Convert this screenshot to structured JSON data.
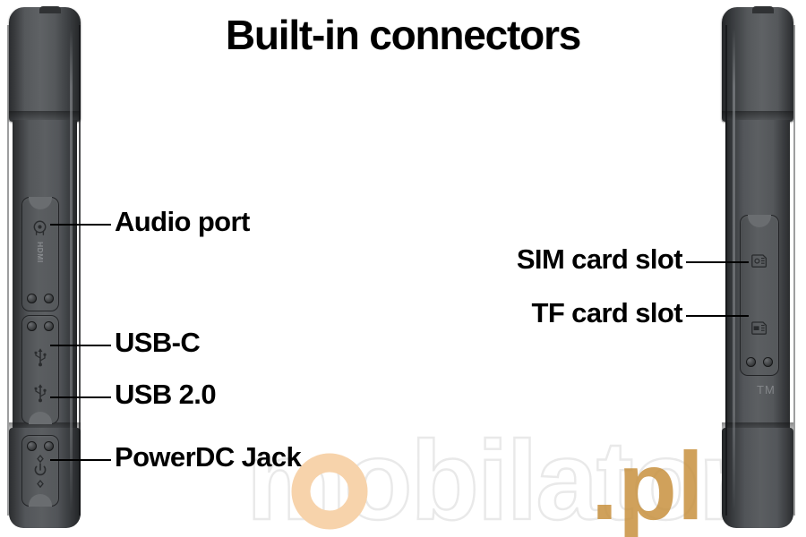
{
  "page": {
    "title": "Built-in connectors",
    "background_color": "#ffffff",
    "text_color": "#000000"
  },
  "watermark": {
    "text": "mobilator",
    "suffix": ".pl",
    "outline_color": "#e8e8e8",
    "accent_color": "#f5d0a9",
    "accent_dark": "#c8913f"
  },
  "devices": {
    "left": {
      "name": "tablet-left-side-view",
      "body_color": "#5c5f62",
      "edge_color": "#232527",
      "panels": [
        {
          "name": "port-panel-upper",
          "markings": [
            "HDMI"
          ],
          "ports": [
            "audio-jack",
            "hdmi"
          ]
        },
        {
          "name": "port-panel-middle",
          "ports": [
            "usb-c",
            "usb-2.0"
          ]
        },
        {
          "name": "port-panel-lower",
          "ports": [
            "power-dc-jack"
          ]
        }
      ]
    },
    "right": {
      "name": "tablet-right-side-view",
      "body_color": "#5c5f62",
      "edge_color": "#232527",
      "trademark": "TM",
      "panels": [
        {
          "name": "card-slot-panel",
          "ports": [
            "sim-card-slot",
            "tf-card-slot"
          ]
        }
      ]
    }
  },
  "callouts": {
    "left": [
      {
        "id": "audio-port",
        "label": "Audio port",
        "icon": "audio-jack-icon"
      },
      {
        "id": "usb-c",
        "label": "USB-C",
        "icon": "usb-icon"
      },
      {
        "id": "usb-20",
        "label": "USB 2.0",
        "icon": "usb-icon"
      },
      {
        "id": "power-dc-jack",
        "label": "PowerDC Jack",
        "icon": "power-jack-icon"
      }
    ],
    "right": [
      {
        "id": "sim-card-slot",
        "label": "SIM card slot",
        "icon": "sim-card-icon"
      },
      {
        "id": "tf-card-slot",
        "label": "TF card slot",
        "icon": "tf-card-icon"
      }
    ]
  },
  "markings": {
    "hdmi": "HDMI",
    "trademark": "TM"
  }
}
